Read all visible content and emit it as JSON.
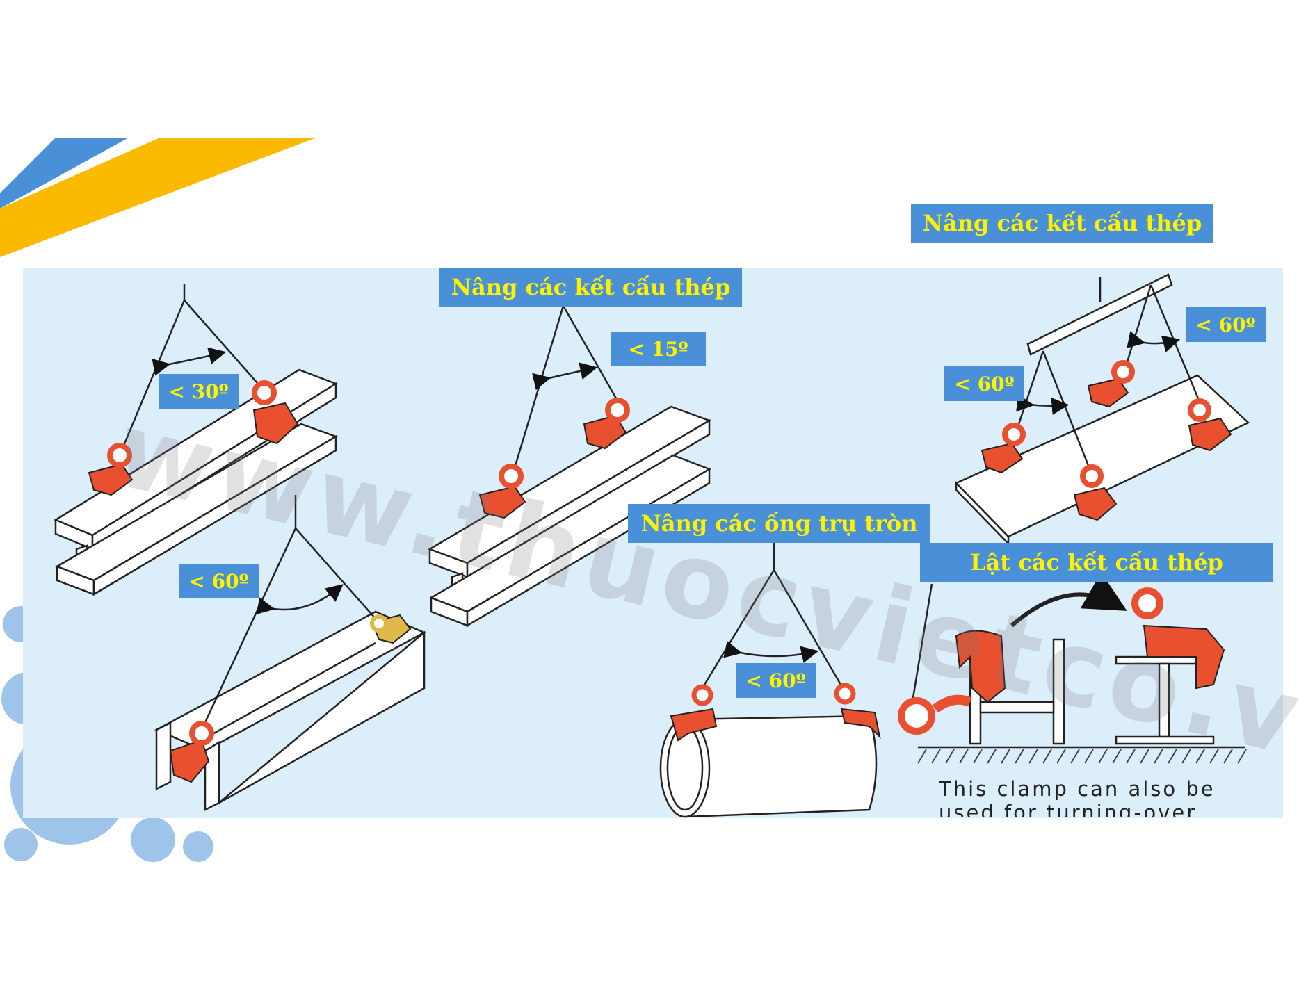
{
  "labels": {
    "title_top_right": "Nâng các kết cấu thép",
    "title_center": "Nâng các kết cấu thép",
    "title_pipe": "Nâng các ống trụ tròn",
    "title_turn": "Lật các kết cấu thép",
    "angle_30": "< 30º",
    "angle_15": "< 15º",
    "angle_60_left": "< 60º",
    "angle_60_plate_left": "< 60º",
    "angle_60_plate_right": "< 60º",
    "angle_60_pipe": "< 60º"
  },
  "note": "This clamp can also be used for turning-over structured steel",
  "watermark": "www.thuocvietco.vn",
  "colors": {
    "panel": "#ddeefb",
    "label_bg": "#4a90d9",
    "label_text": "#fff200",
    "clamp": "#e8502f",
    "clamp_gold": "#e0b94a",
    "banner_yellow": "#fbb900",
    "banner_blue": "#4a90d9",
    "dots": "#9fc4ea"
  }
}
